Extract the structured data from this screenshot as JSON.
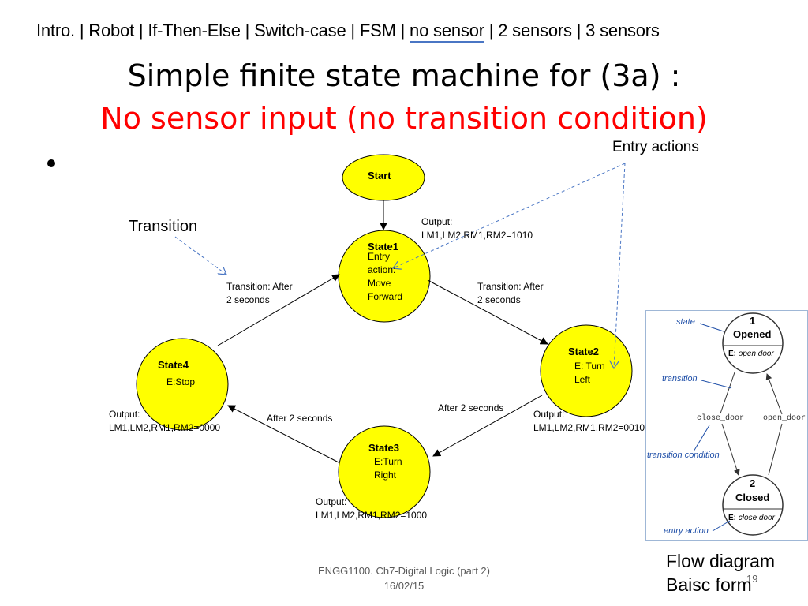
{
  "nav": {
    "items": [
      {
        "label": "Intro."
      },
      {
        "label": "Robot"
      },
      {
        "label": "If-Then-Else"
      },
      {
        "label": "Switch-case"
      },
      {
        "label": "FSM"
      },
      {
        "label": "no sensor",
        "active": true
      },
      {
        "label": "2 sensors"
      },
      {
        "label": "3 sensors"
      }
    ],
    "separator": " | "
  },
  "title": {
    "line1": "Simple finite state machine for (3a) :",
    "line2": "No sensor input (no transition condition)"
  },
  "callouts": {
    "entry_actions": "Entry actions",
    "transition": "Transition"
  },
  "states": {
    "start": {
      "name": "Start"
    },
    "state1": {
      "name": "State1",
      "action": [
        "Entry",
        "action:",
        "Move",
        "Forward"
      ]
    },
    "state2": {
      "name": "State2",
      "action": [
        "E: Turn",
        "Left"
      ]
    },
    "state3": {
      "name": "State3",
      "action": [
        "E:Turn",
        "Right"
      ]
    },
    "state4": {
      "name": "State4",
      "action": [
        "E:Stop"
      ]
    }
  },
  "outputs": {
    "state1": [
      "Output:",
      "LM1,LM2,RM1,RM2=1010"
    ],
    "state2": [
      "Output:",
      "LM1,LM2,RM1,RM2=0010"
    ],
    "state3": [
      "Output:",
      "LM1,LM2,RM1,RM2=1000"
    ],
    "state4": [
      "Output:",
      "LM1,LM2,RM1,RM2=0000"
    ]
  },
  "transitions": {
    "s4_s1": [
      "Transition: After",
      "2 seconds"
    ],
    "s1_s2": [
      "Transition: After",
      "2 seconds"
    ],
    "s2_s3": "After 2 seconds",
    "s3_s4": "After 2 seconds"
  },
  "inset": {
    "state_label": "state",
    "transition_label": "transition",
    "transition_condition_label": "transition condition",
    "entry_action_label": "entry action",
    "s1": {
      "num": "1",
      "name": "Opened",
      "entry_prefix": "E:",
      "entry": "open door"
    },
    "s2": {
      "num": "2",
      "name": "Closed",
      "entry_prefix": "E:",
      "entry": "close door"
    },
    "cond_close": "close_door",
    "cond_open": "open_door"
  },
  "caption": {
    "line1": "Flow diagram",
    "line2": "Baisc form"
  },
  "footer": {
    "line1": "ENGG1100. Ch7-Digital Logic (part 2)",
    "line2": "16/02/15"
  },
  "page_number": "19",
  "colors": {
    "state_fill": "#ffff00",
    "title_red": "#ff0000",
    "callout_blue": "#4a76c4",
    "inset_blue": "#1f4fa8"
  }
}
